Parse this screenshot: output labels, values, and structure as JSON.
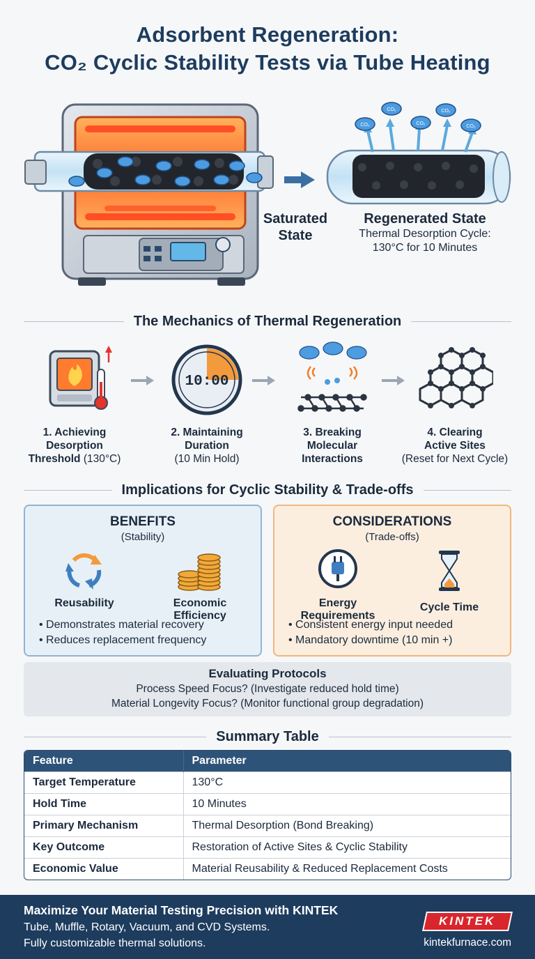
{
  "title": {
    "line1": "Adsorbent Regeneration:",
    "line2": "CO₂ Cyclic Stability Tests via Tube Heating"
  },
  "hero": {
    "saturated_label": "Saturated State",
    "regenerated_label": "Regenerated State",
    "cycle_line1": "Thermal Desorption Cycle:",
    "cycle_line2": "130°C for 10 Minutes",
    "molecule_text": "CO₂"
  },
  "mechanics": {
    "header": "The Mechanics of Thermal Regeneration",
    "clock_display": "10:00",
    "steps": [
      {
        "bold1": "1. Achieving",
        "bold2": "Desorption",
        "bold3": "Threshold",
        "note": "(130°C)",
        "icon": "furnace-thermometer-icon"
      },
      {
        "bold1": "2. Maintaining",
        "bold2": "Duration",
        "note": "(10 Min Hold)",
        "icon": "timer-clock-icon"
      },
      {
        "bold1": "3. Breaking",
        "bold2": "Molecular",
        "bold3": "Interactions",
        "icon": "molecular-release-icon"
      },
      {
        "bold1": "4. Clearing",
        "bold2": "Active Sites",
        "note": "(Reset for Next Cycle)",
        "icon": "lattice-structure-icon"
      }
    ]
  },
  "implications": {
    "header": "Implications for Cyclic Stability & Trade-offs",
    "benefits": {
      "title": "BENEFITS",
      "subtitle": "(Stability)",
      "items": [
        {
          "label1": "Reusability",
          "icon": "recycle-arrows-icon"
        },
        {
          "label1": "Economic",
          "label2": "Efficiency",
          "icon": "coin-stack-icon"
        }
      ],
      "bullets": [
        "• Demonstrates material recovery",
        "• Reduces replacement frequency"
      ]
    },
    "considerations": {
      "title": "CONSIDERATIONS",
      "subtitle": "(Trade-offs)",
      "items": [
        {
          "label1": "Energy",
          "label2": "Requirements",
          "icon": "power-plug-icon"
        },
        {
          "label1": "Cycle Time",
          "icon": "hourglass-icon"
        }
      ],
      "bullets": [
        "• Consistent energy input needed",
        "• Mandatory downtime (10 min +)"
      ]
    }
  },
  "protocols": {
    "title": "Evaluating Protocols",
    "line1": "Process Speed Focus? (Investigate reduced hold time)",
    "line2": "Material Longevity Focus? (Monitor functional group degradation)"
  },
  "summary": {
    "header": "Summary Table",
    "columns": [
      "Feature",
      "Parameter"
    ],
    "rows": [
      [
        "Target Temperature",
        "130°C"
      ],
      [
        "Hold Time",
        "10 Minutes"
      ],
      [
        "Primary Mechanism",
        "Thermal Desorption (Bond Breaking)"
      ],
      [
        "Key Outcome",
        "Restoration of Active Sites & Cyclic Stability"
      ],
      [
        "Economic Value",
        "Material Reusability & Reduced Replacement Costs"
      ]
    ]
  },
  "footer": {
    "headline": "Maximize Your Material Testing Precision with KINTEK",
    "line1": "Tube, Muffle, Rotary, Vacuum, and CVD Systems.",
    "line2": "Fully customizable thermal solutions.",
    "logo": "KINTEK",
    "website": "kintekfurnace.com"
  },
  "colors": {
    "navy": "#1d3c5e",
    "heater_orange": "#ff6a2b",
    "benefit_blue": "#e7f0f7",
    "consider_orange": "#fbeedf",
    "logo_red": "#d9262c"
  }
}
